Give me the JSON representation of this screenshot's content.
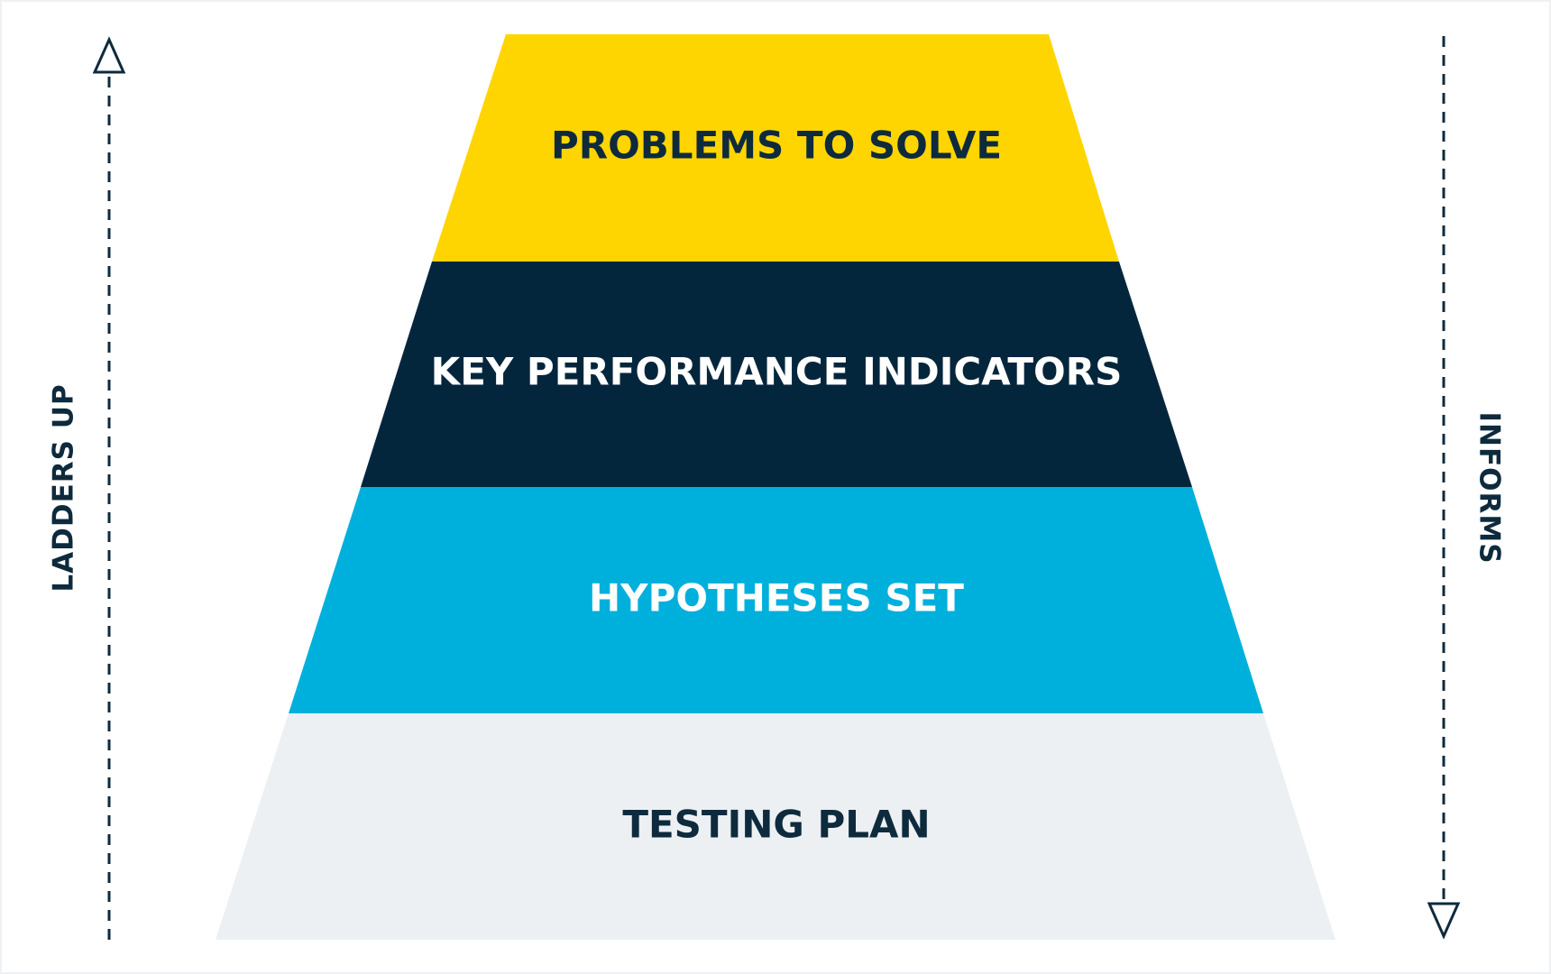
{
  "diagram": {
    "layers": [
      {
        "label": "PROBLEMS TO SOLVE",
        "fill": "#FFD500",
        "text_color": "#0E2A3D"
      },
      {
        "label": "KEY PERFORMANCE INDICATORS",
        "fill": "#04263D",
        "text_color": "#FFFFFF"
      },
      {
        "label": "HYPOTHESES SET",
        "fill": "#00B0DC",
        "text_color": "#FFFFFF"
      },
      {
        "label": "TESTING PLAN",
        "fill": "#ECF0F3",
        "text_color": "#0E2A3D"
      }
    ],
    "left_arrow": {
      "label": "LADDERS UP",
      "direction": "up"
    },
    "right_arrow": {
      "label": "INFORMS",
      "direction": "down"
    },
    "arrow_color": "#0E2A3D"
  }
}
